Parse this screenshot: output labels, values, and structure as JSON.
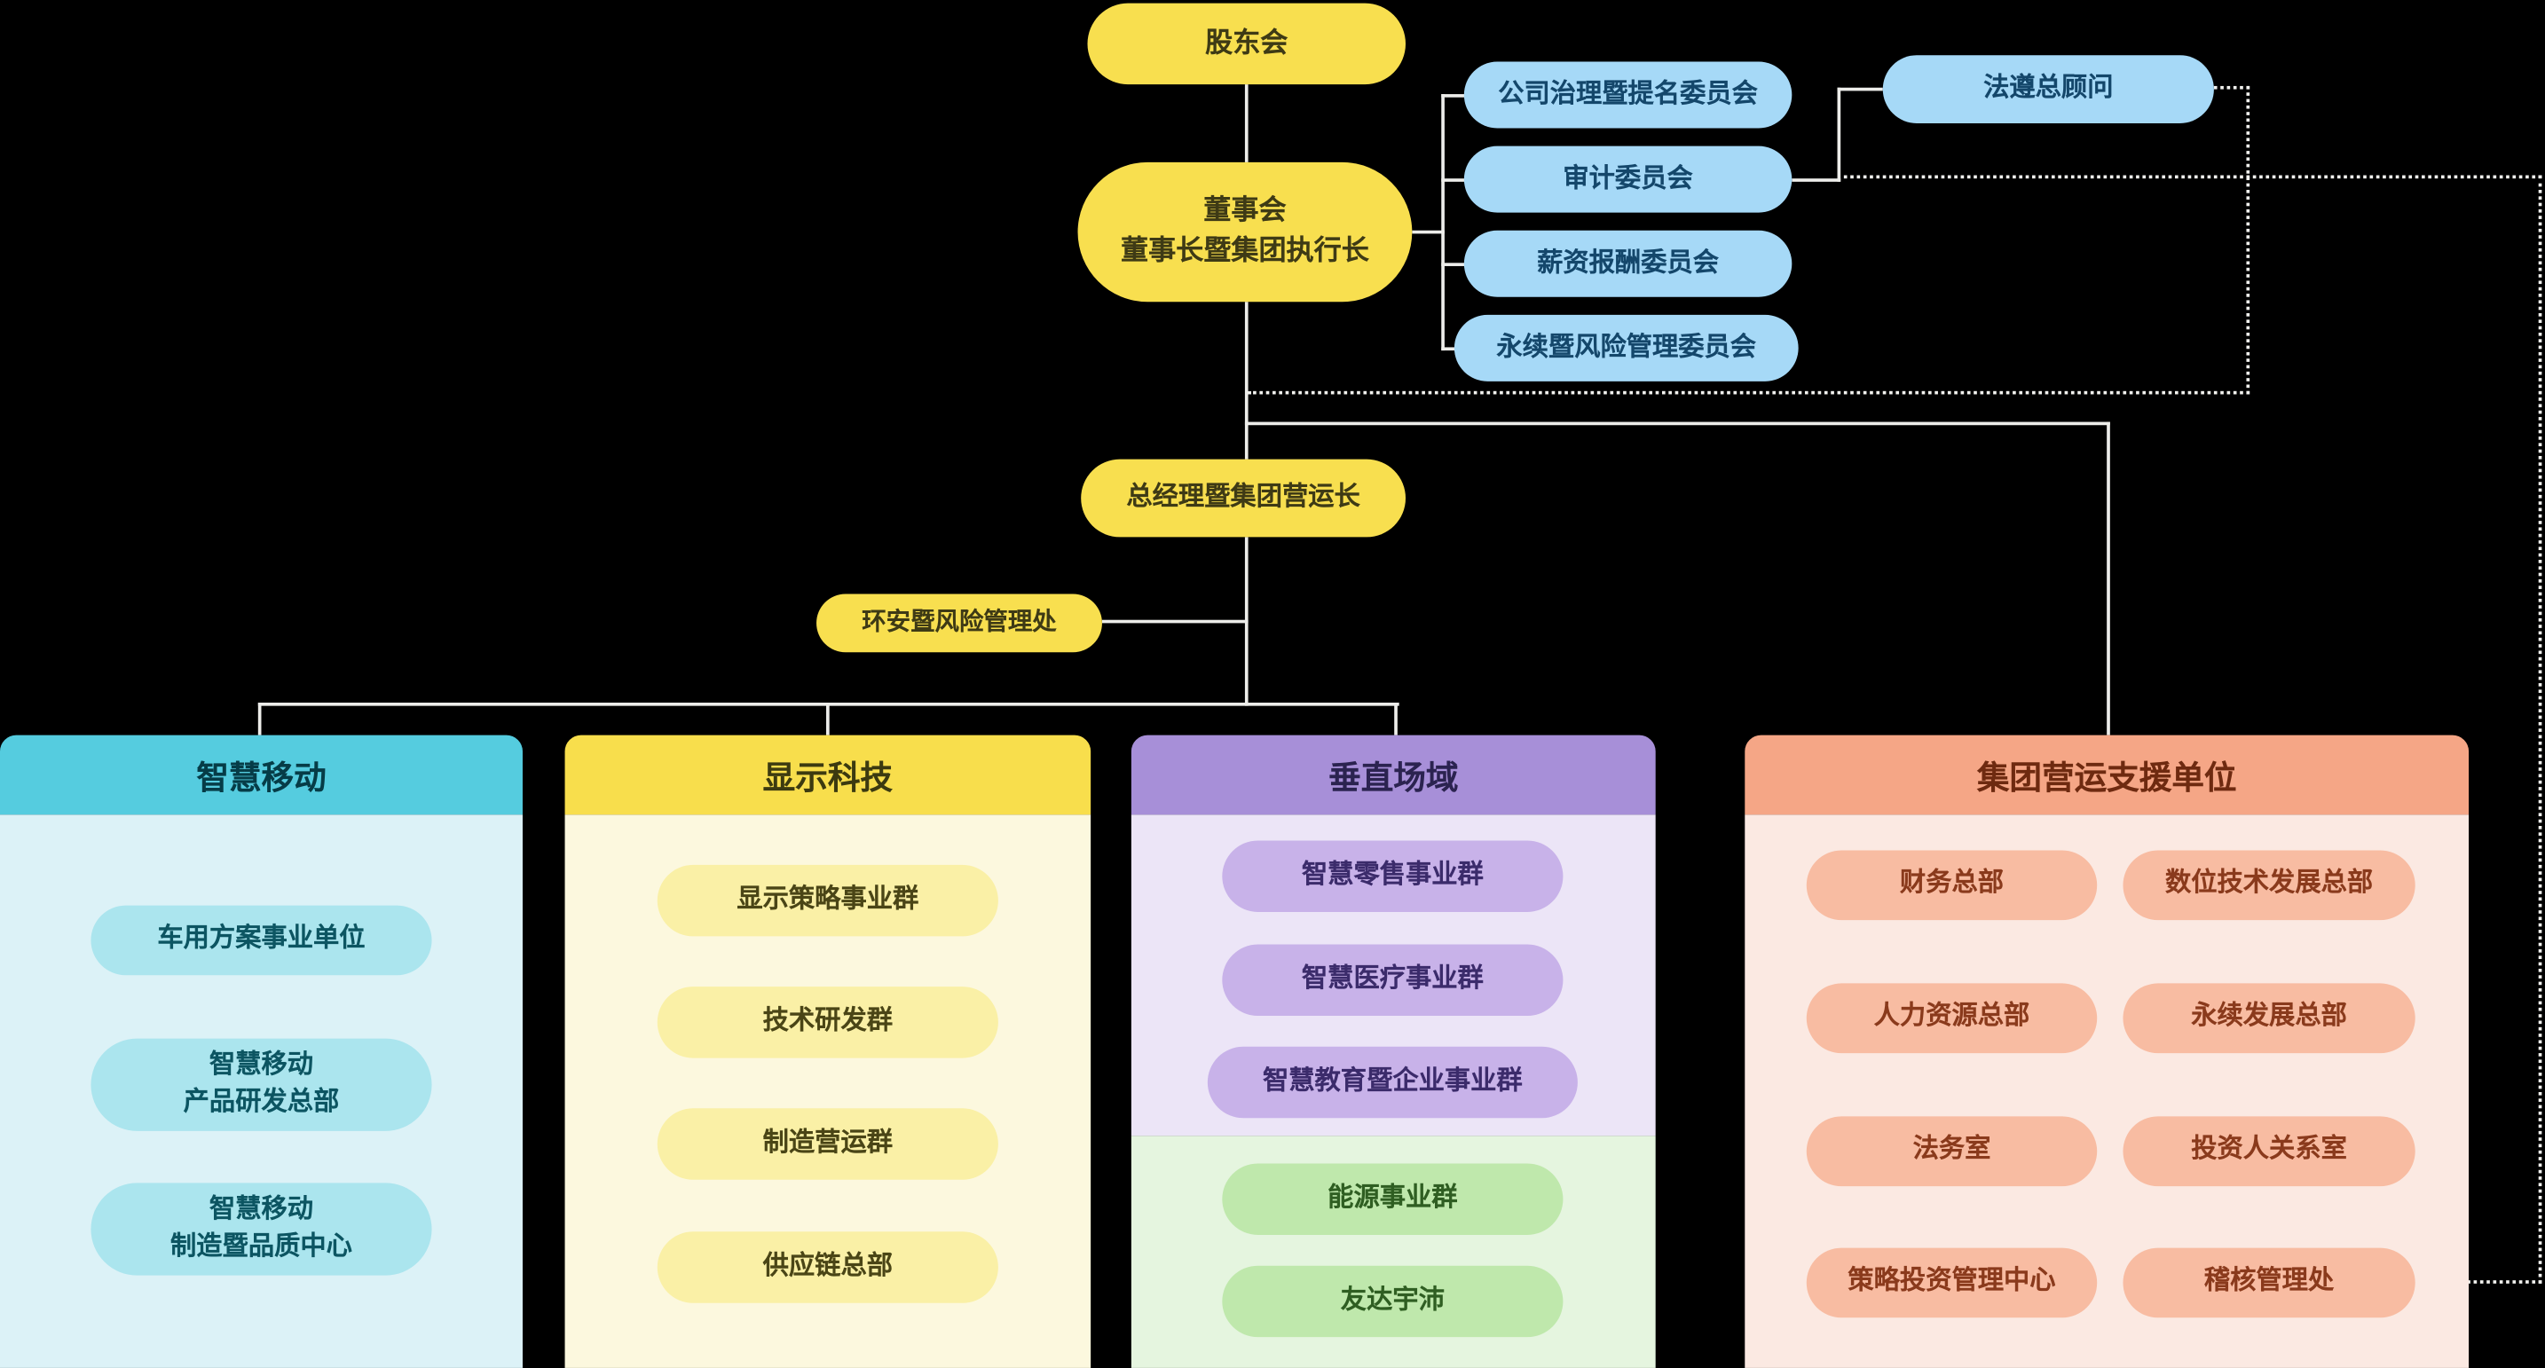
{
  "governance": {
    "shareholders": "股东会",
    "board": "董事会\n董事长暨集团执行长",
    "ceo_coo": "总经理暨集团营运长",
    "esh": "环安暨风险管理处",
    "compliance": "法遵总顾问",
    "committees": [
      "公司治理暨提名委员会",
      "审计委员会",
      "薪资报酬委员会",
      "永续暨风险管理委员会"
    ]
  },
  "business_groups": [
    {
      "title": "智慧移动",
      "items": [
        "车用方案事业单位",
        "智慧移动\n产品研发总部",
        "智慧移动\n制造暨品质中心"
      ]
    },
    {
      "title": "显示科技",
      "items": [
        "显示策略事业群",
        "技术研发群",
        "制造营运群",
        "供应链总部"
      ]
    },
    {
      "title": "垂直场域",
      "items": [
        "智慧零售事业群",
        "智慧医疗事业群",
        "智慧教育暨企业事业群"
      ],
      "energy_items": [
        "能源事业群",
        "友达宇沛"
      ]
    },
    {
      "title": "集团营运支援单位",
      "items_left": [
        "财务总部",
        "人力资源总部",
        "法务室",
        "策略投资管理中心"
      ],
      "items_right": [
        "数位技术发展总部",
        "永续发展总部",
        "投资人关系室",
        "稽核管理处"
      ]
    }
  ],
  "colors": {
    "background": "#000000",
    "connector": "#EDEDEA",
    "yellow_node": "#F8DF4F",
    "blue_node": "#A6D9F7",
    "smart_mobility": {
      "header": "#55CCDF",
      "body": "#DCF2F7",
      "pill": "#ABE5EE"
    },
    "display_tech": {
      "header": "#F8DE4C",
      "body": "#FCF8DE",
      "pill": "#FAF0A6"
    },
    "vertical_domains": {
      "header": "#A78FD8",
      "body": "#ECE5F7",
      "pill": "#C8B2E9",
      "energy_body": "#E5F5DF",
      "energy_pill": "#BFE8AC"
    },
    "group_support": {
      "header": "#F5A686",
      "body": "#FBE9E2",
      "pill": "#F8BCA2"
    }
  }
}
